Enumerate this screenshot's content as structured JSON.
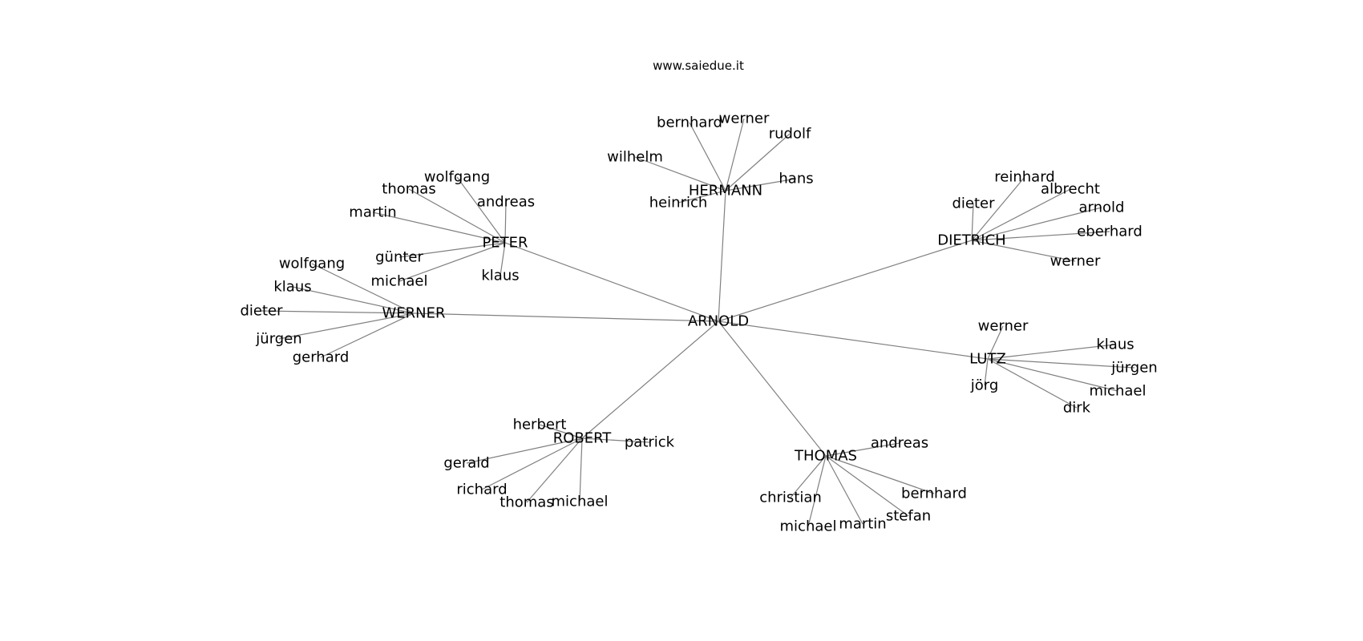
{
  "watermark": "www.saiedue.it",
  "edge_color": "#808080",
  "nodes": {
    "arnold": "ARNOLD",
    "hermann": "HERMANN",
    "dietrich": "DIETRICH",
    "peter": "PETER",
    "werner": "WERNER",
    "lutz": "LUTZ",
    "robert": "ROBERT",
    "thomas": "THOMAS",
    "hermann_bernhard": "bernhard",
    "hermann_werner": "werner",
    "hermann_rudolf": "rudolf",
    "hermann_wilhelm": "wilhelm",
    "hermann_hans": "hans",
    "hermann_heinrich": "heinrich",
    "dietrich_reinhard": "reinhard",
    "dietrich_albrecht": "albrecht",
    "dietrich_dieter": "dieter",
    "dietrich_arnold": "arnold",
    "dietrich_eberhard": "eberhard",
    "dietrich_werner": "werner",
    "peter_wolfgang": "wolfgang",
    "peter_thomas": "thomas",
    "peter_andreas": "andreas",
    "peter_martin": "martin",
    "peter_guenter": "günter",
    "peter_michael": "michael",
    "peter_klaus": "klaus",
    "werner_wolfgang": "wolfgang",
    "werner_klaus": "klaus",
    "werner_dieter": "dieter",
    "werner_juergen": "jürgen",
    "werner_gerhard": "gerhard",
    "lutz_werner": "werner",
    "lutz_klaus": "klaus",
    "lutz_juergen": "jürgen",
    "lutz_joerg": "jörg",
    "lutz_michael": "michael",
    "lutz_dirk": "dirk",
    "robert_herbert": "herbert",
    "robert_patrick": "patrick",
    "robert_gerald": "gerald",
    "robert_richard": "richard",
    "robert_thomas": "thomas",
    "robert_michael": "michael",
    "thomas_andreas": "andreas",
    "thomas_bernhard": "bernhard",
    "thomas_christian": "christian",
    "thomas_stefan": "stefan",
    "thomas_michael": "michael",
    "thomas_martin": "martin"
  },
  "edges": [
    [
      "arnold",
      "hermann"
    ],
    [
      "arnold",
      "dietrich"
    ],
    [
      "arnold",
      "peter"
    ],
    [
      "arnold",
      "werner"
    ],
    [
      "arnold",
      "lutz"
    ],
    [
      "arnold",
      "robert"
    ],
    [
      "arnold",
      "thomas"
    ],
    [
      "hermann",
      "hermann_bernhard"
    ],
    [
      "hermann",
      "hermann_werner"
    ],
    [
      "hermann",
      "hermann_rudolf"
    ],
    [
      "hermann",
      "hermann_wilhelm"
    ],
    [
      "hermann",
      "hermann_hans"
    ],
    [
      "hermann",
      "hermann_heinrich"
    ],
    [
      "dietrich",
      "dietrich_reinhard"
    ],
    [
      "dietrich",
      "dietrich_albrecht"
    ],
    [
      "dietrich",
      "dietrich_dieter"
    ],
    [
      "dietrich",
      "dietrich_arnold"
    ],
    [
      "dietrich",
      "dietrich_eberhard"
    ],
    [
      "dietrich",
      "dietrich_werner"
    ],
    [
      "peter",
      "peter_wolfgang"
    ],
    [
      "peter",
      "peter_thomas"
    ],
    [
      "peter",
      "peter_andreas"
    ],
    [
      "peter",
      "peter_martin"
    ],
    [
      "peter",
      "peter_guenter"
    ],
    [
      "peter",
      "peter_michael"
    ],
    [
      "peter",
      "peter_klaus"
    ],
    [
      "werner",
      "werner_wolfgang"
    ],
    [
      "werner",
      "werner_klaus"
    ],
    [
      "werner",
      "werner_dieter"
    ],
    [
      "werner",
      "werner_juergen"
    ],
    [
      "werner",
      "werner_gerhard"
    ],
    [
      "lutz",
      "lutz_werner"
    ],
    [
      "lutz",
      "lutz_klaus"
    ],
    [
      "lutz",
      "lutz_juergen"
    ],
    [
      "lutz",
      "lutz_joerg"
    ],
    [
      "lutz",
      "lutz_michael"
    ],
    [
      "lutz",
      "lutz_dirk"
    ],
    [
      "robert",
      "robert_herbert"
    ],
    [
      "robert",
      "robert_patrick"
    ],
    [
      "robert",
      "robert_gerald"
    ],
    [
      "robert",
      "robert_richard"
    ],
    [
      "robert",
      "robert_thomas"
    ],
    [
      "robert",
      "robert_michael"
    ],
    [
      "thomas",
      "thomas_andreas"
    ],
    [
      "thomas",
      "thomas_bernhard"
    ],
    [
      "thomas",
      "thomas_christian"
    ],
    [
      "thomas",
      "thomas_stefan"
    ],
    [
      "thomas",
      "thomas_michael"
    ],
    [
      "thomas",
      "thomas_martin"
    ]
  ]
}
